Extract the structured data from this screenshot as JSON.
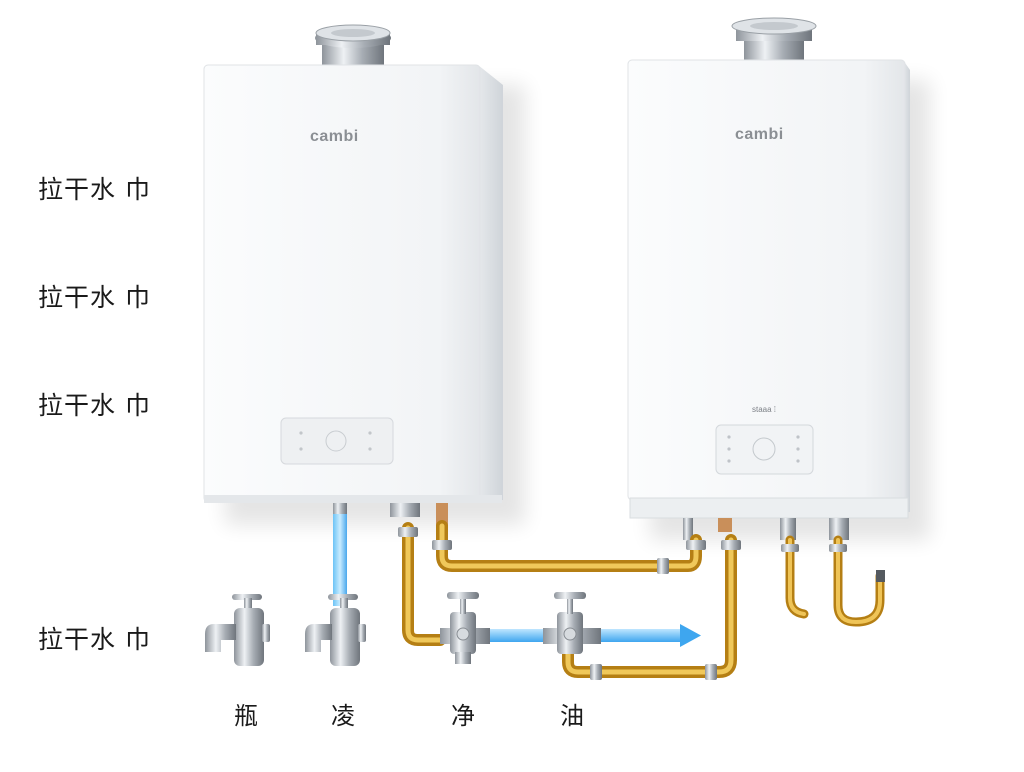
{
  "heaters": [
    {
      "brand": "cambi",
      "model": ""
    },
    {
      "brand": "cambi",
      "model": "ѕtaaа ⁞"
    }
  ],
  "side_labels": [
    "拉干水 巾",
    "拉干水 巾",
    "拉干水 巾",
    "拉干水 巾"
  ],
  "bottom_labels": [
    "瓶",
    "凌",
    "净",
    "油"
  ],
  "colors": {
    "cabinet": "#f7f8f9",
    "brass_pipe": "#d9a42b",
    "water_flow": "#3ea6ef",
    "chrome": "#b9bec4"
  },
  "icons": [
    "chimney-flue",
    "control-panel",
    "faucet",
    "valve",
    "flow-arrow"
  ]
}
